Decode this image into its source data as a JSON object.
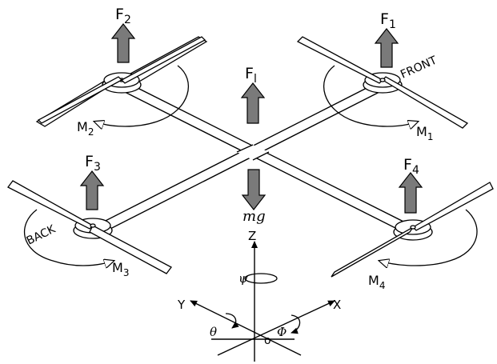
{
  "forces": [
    {
      "name": "F",
      "sub": "2"
    },
    {
      "name": "F",
      "sub": "1"
    },
    {
      "name": "F",
      "sub": "l"
    },
    {
      "name": "F",
      "sub": "3"
    },
    {
      "name": "F",
      "sub": "4"
    }
  ],
  "weight_label": "mg",
  "moments": [
    {
      "name": "M",
      "sub": "2"
    },
    {
      "name": "M",
      "sub": "1"
    },
    {
      "name": "M",
      "sub": "3"
    },
    {
      "name": "M",
      "sub": "4"
    }
  ],
  "front_label": "FRONT",
  "back_label": "BACK",
  "axes": {
    "z": "Z",
    "x": "X",
    "y": "Y",
    "origin": "o",
    "psi": "ψ",
    "theta": "θ",
    "phi": "Φ"
  }
}
